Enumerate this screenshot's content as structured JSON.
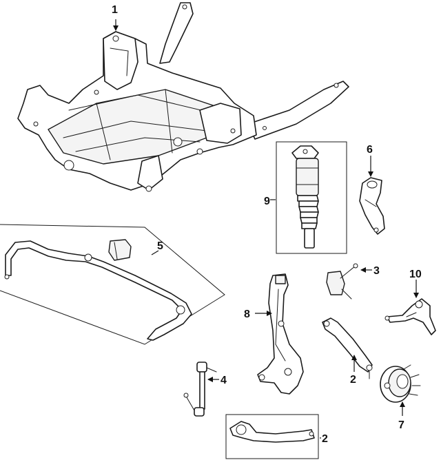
{
  "callouts": {
    "c1": "1",
    "c2_link": "2",
    "c2_arm": "2",
    "c3": "3",
    "c4": "4",
    "c5": "5",
    "c6": "6",
    "c7": "7",
    "c8": "8",
    "c9": "9",
    "c10": "10"
  },
  "colors": {
    "line": "#1a1a1a",
    "background": "#ffffff"
  }
}
